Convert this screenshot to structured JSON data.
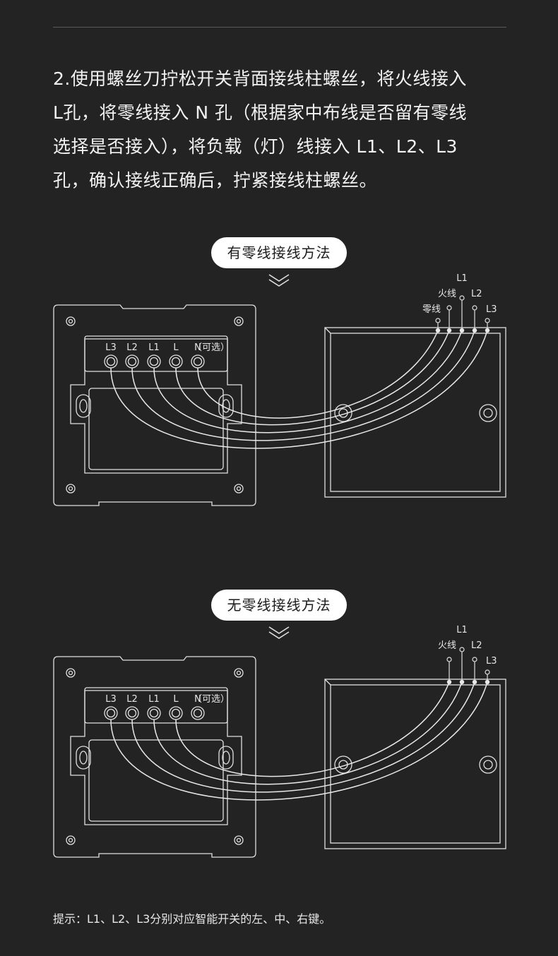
{
  "instruction": {
    "lines": [
      "2.使用螺丝刀拧松开关背面接线柱螺丝，将火线接入",
      "L孔，将零线接入 N 孔（根据家中布线是否留有零线",
      "选择是否接入），将负载（灯）线接入  L1、L2、L3",
      "孔，确认接线正确后，拧紧接线柱螺丝。"
    ]
  },
  "diagrams": [
    {
      "title": "有零线接线方法",
      "terminals": [
        "L3",
        "L2",
        "L1",
        "L",
        "N"
      ],
      "optional_note": "（可选）",
      "wire_labels": {
        "live": "火线",
        "neutral": "零线",
        "L1": "L1",
        "L2": "L2",
        "L3": "L3"
      }
    },
    {
      "title": "无零线接线方法",
      "terminals": [
        "L3",
        "L2",
        "L1",
        "L",
        "N"
      ],
      "optional_note": "（可选）",
      "wire_labels": {
        "live": "火线",
        "L1": "L1",
        "L2": "L2",
        "L3": "L3"
      }
    }
  ],
  "footer_note": "提示：L1、L2、L3分别对应智能开关的左、中、右键。",
  "colors": {
    "background": "#232323",
    "line": "#e0e0e0",
    "pill": "#ffffff"
  }
}
